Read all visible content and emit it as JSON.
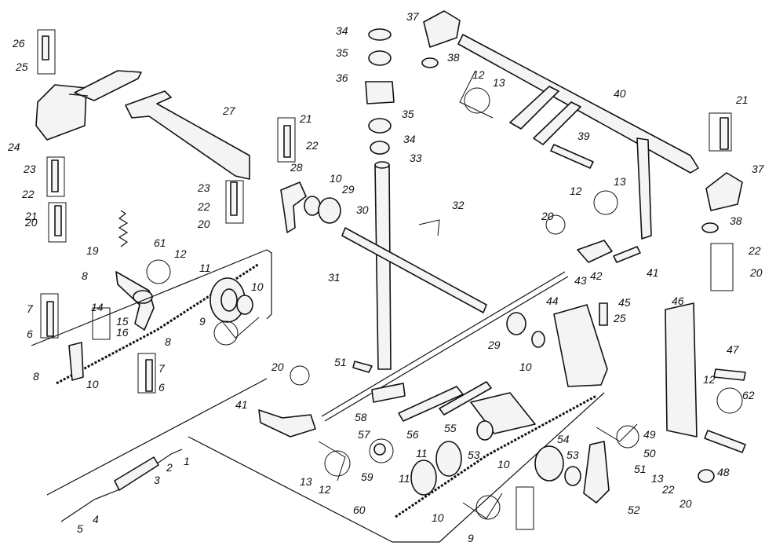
{
  "callouts": [
    "1",
    "2",
    "3",
    "4",
    "5",
    "6",
    "7",
    "8",
    "9",
    "10",
    "11",
    "12",
    "13",
    "14",
    "15",
    "16",
    "19",
    "20",
    "21",
    "22",
    "23",
    "24",
    "25",
    "26",
    "27",
    "28",
    "29",
    "30",
    "31",
    "32",
    "33",
    "34",
    "35",
    "36",
    "37",
    "38",
    "39",
    "40",
    "41",
    "42",
    "43",
    "44",
    "45",
    "46",
    "47",
    "48",
    "49",
    "50",
    "51",
    "52",
    "53",
    "54",
    "55",
    "56",
    "57",
    "58",
    "59",
    "60",
    "61",
    "62"
  ]
}
